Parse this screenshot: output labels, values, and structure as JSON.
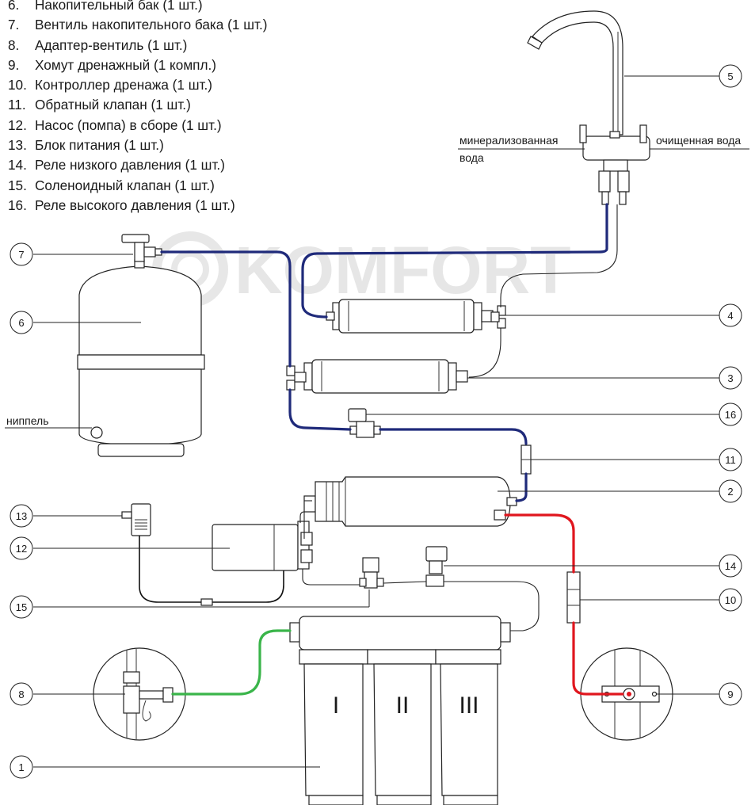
{
  "legend": [
    {
      "num": "6.",
      "text": "Накопительный бак (1 шт.)"
    },
    {
      "num": "7.",
      "text": "Вентиль накопительного бака (1 шт.)"
    },
    {
      "num": "8.",
      "text": "Адаптер-вентиль (1 шт.)"
    },
    {
      "num": "9.",
      "text": "Хомут дренажный (1 компл.)"
    },
    {
      "num": "10.",
      "text": "Контроллер дренажа (1 шт.)"
    },
    {
      "num": "11.",
      "text": "Обратный клапан (1 шт.)"
    },
    {
      "num": "12.",
      "text": "Насос (помпа) в сборе (1 шт.)"
    },
    {
      "num": "13.",
      "text": "Блок питания (1 шт.)"
    },
    {
      "num": "14.",
      "text": "Реле низкого давления (1 шт.)"
    },
    {
      "num": "15.",
      "text": "Соленоидный клапан (1 шт.)"
    },
    {
      "num": "16.",
      "text": "Реле высокого давления (1 шт.)"
    }
  ],
  "labels": {
    "mineral_line1": "минерализованная",
    "mineral_line2": "вода",
    "purified": "очищенная вода",
    "nipple": "ниппель"
  },
  "callouts": {
    "c1": "1",
    "c2": "2",
    "c3": "3",
    "c4": "4",
    "c5": "5",
    "c6": "6",
    "c7": "7",
    "c8": "8",
    "c9": "9",
    "c10": "10",
    "c11": "11",
    "c12": "12",
    "c13": "13",
    "c14": "14",
    "c15": "15",
    "c16": "16"
  },
  "stages": [
    "I",
    "II",
    "III"
  ],
  "watermark": "KOMFORT",
  "colors": {
    "clean_line": "#1f2a7a",
    "drain_line": "#e0161e",
    "inlet_line": "#3ab54a",
    "watermark": "#c9c9c9"
  }
}
